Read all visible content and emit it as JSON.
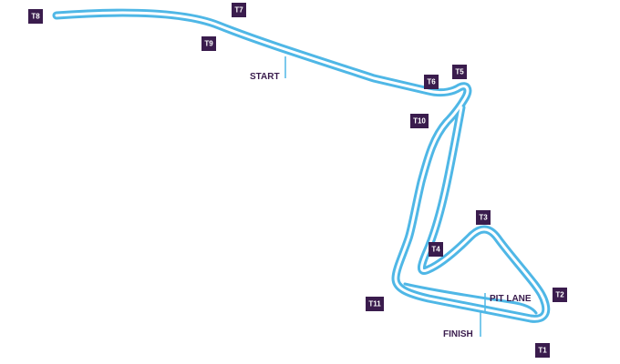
{
  "turns": {
    "t1": "T1",
    "t2": "T2",
    "t3": "T3",
    "t4": "T4",
    "t5": "T5",
    "t6": "T6",
    "t7": "T7",
    "t8": "T8",
    "t9": "T9",
    "t10": "T10",
    "t11": "T11"
  },
  "labels": {
    "start": "START",
    "pit_lane": "PIT LANE",
    "finish": "FINISH"
  },
  "colors": {
    "track": "#4fb7e6",
    "turn_box": "#3a1c4d",
    "label_text": "#3a1c4d",
    "background": "#ffffff"
  }
}
